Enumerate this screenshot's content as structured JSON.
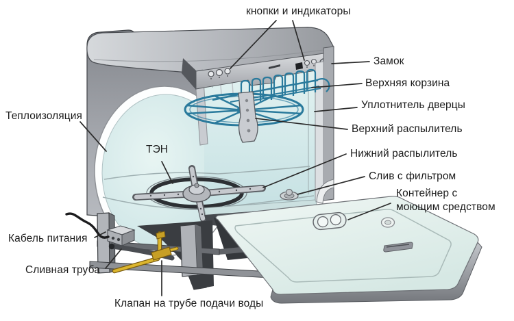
{
  "diagram": {
    "labels": {
      "buttons_indicators": "кнопки и индикаторы",
      "lock": "Замок",
      "upper_basket": "Верхняя корзина",
      "door_seal": "Уплотнитель дверцы",
      "upper_sprayer": "Верхний распылитель",
      "lower_sprayer": "Нижний распылитель",
      "drain_filter": "Слив с фильтром",
      "detergent_container": "Контейнер с\nмоющим средством",
      "insulation": "Теплоизоляция",
      "heating_element": "ТЭН",
      "power_cable": "Кабель питания",
      "drain_pipe": "Сливная труба",
      "water_valve": "Клапан на трубе подачи воды"
    },
    "colors": {
      "background": "#ffffff",
      "label_text": "#1b1b1b",
      "leader_line": "#2b2b2b",
      "body_gray": "#aeb1b6",
      "interior_cyan": "#d5ebeb",
      "basket_teal": "#2a7a9c",
      "water_pipe_gold": "#dcb62e",
      "heater_dark": "#2c2f33"
    }
  }
}
